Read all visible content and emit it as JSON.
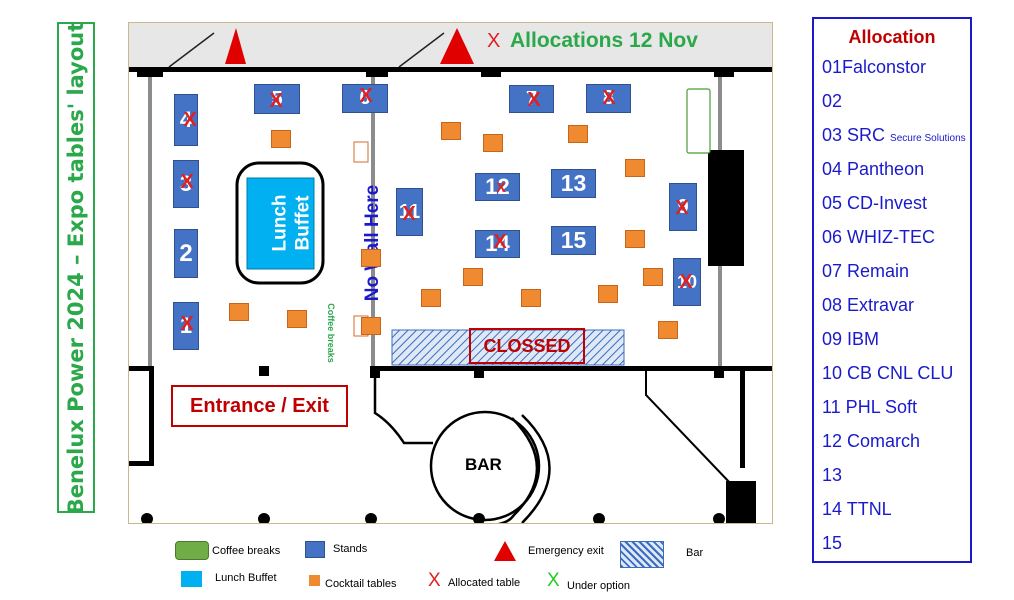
{
  "title": "Benelux Power 2024 – Expo tables' layout",
  "banner": "Allocations 12 Nov",
  "banner_x": "X",
  "labels": {
    "lunch_buffet": [
      "Lunch",
      "Buffet"
    ],
    "wall_note": "No Wall Here",
    "coffee_breaks": "Coffee breaks",
    "closed": "CLOSSED",
    "entrance": "Entrance / Exit",
    "bar": "BAR"
  },
  "stands": [
    {
      "label": "4",
      "allocated": true
    },
    {
      "label": "3",
      "allocated": true
    },
    {
      "label": "2",
      "allocated": false
    },
    {
      "label": "1",
      "allocated": true
    },
    {
      "label": "5",
      "allocated": true
    },
    {
      "label": "6",
      "allocated": true
    },
    {
      "label": "7",
      "allocated": true
    },
    {
      "label": "8",
      "allocated": true
    },
    {
      "label": "11",
      "allocated": true
    },
    {
      "label": "12",
      "allocated": true
    },
    {
      "label": "13",
      "allocated": false
    },
    {
      "label": "14",
      "allocated": true
    },
    {
      "label": "15",
      "allocated": false
    },
    {
      "label": "9",
      "allocated": true
    },
    {
      "label": "10",
      "allocated": true
    }
  ],
  "allocation": {
    "title": "Allocation",
    "rows": [
      {
        "text": "01Falconstor",
        "small": ""
      },
      {
        "text": "02",
        "small": ""
      },
      {
        "text": "03 SRC",
        "small": "Secure Solutions"
      },
      {
        "text": "04 Pantheon",
        "small": ""
      },
      {
        "text": "05 CD-Invest",
        "small": ""
      },
      {
        "text": "06 WHIZ-TEC",
        "small": ""
      },
      {
        "text": "07 Remain",
        "small": ""
      },
      {
        "text": "08 Extravar",
        "small": ""
      },
      {
        "text": "09 IBM",
        "small": ""
      },
      {
        "text": "10 CB CNL CLU",
        "small": ""
      },
      {
        "text": "11 PHL Soft",
        "small": ""
      },
      {
        "text": "12 Comarch",
        "small": ""
      },
      {
        "text": "13",
        "small": ""
      },
      {
        "text": "14 TTNL",
        "small": ""
      },
      {
        "text": "15",
        "small": ""
      }
    ]
  },
  "legend": {
    "coffee_breaks": "Coffee breaks",
    "stands": "Stands",
    "emergency_exit": "Emergency exit",
    "bar": "Bar",
    "lunch_buffet": "Lunch Buffet",
    "cocktail_tables": "Cocktail tables",
    "allocated_table": "Allocated table",
    "under_option": "Under option",
    "x_mark": "X"
  },
  "colors": {
    "title_green": "#2aa84a",
    "stand_blue": "#4472c4",
    "cocktail_orange": "#f08a30",
    "buffet_cyan": "#00b0f0",
    "alloc_blue": "#1a1acc",
    "closed_red": "#c00000",
    "allocated_red": "#e02020",
    "option_green": "#22cc22"
  }
}
